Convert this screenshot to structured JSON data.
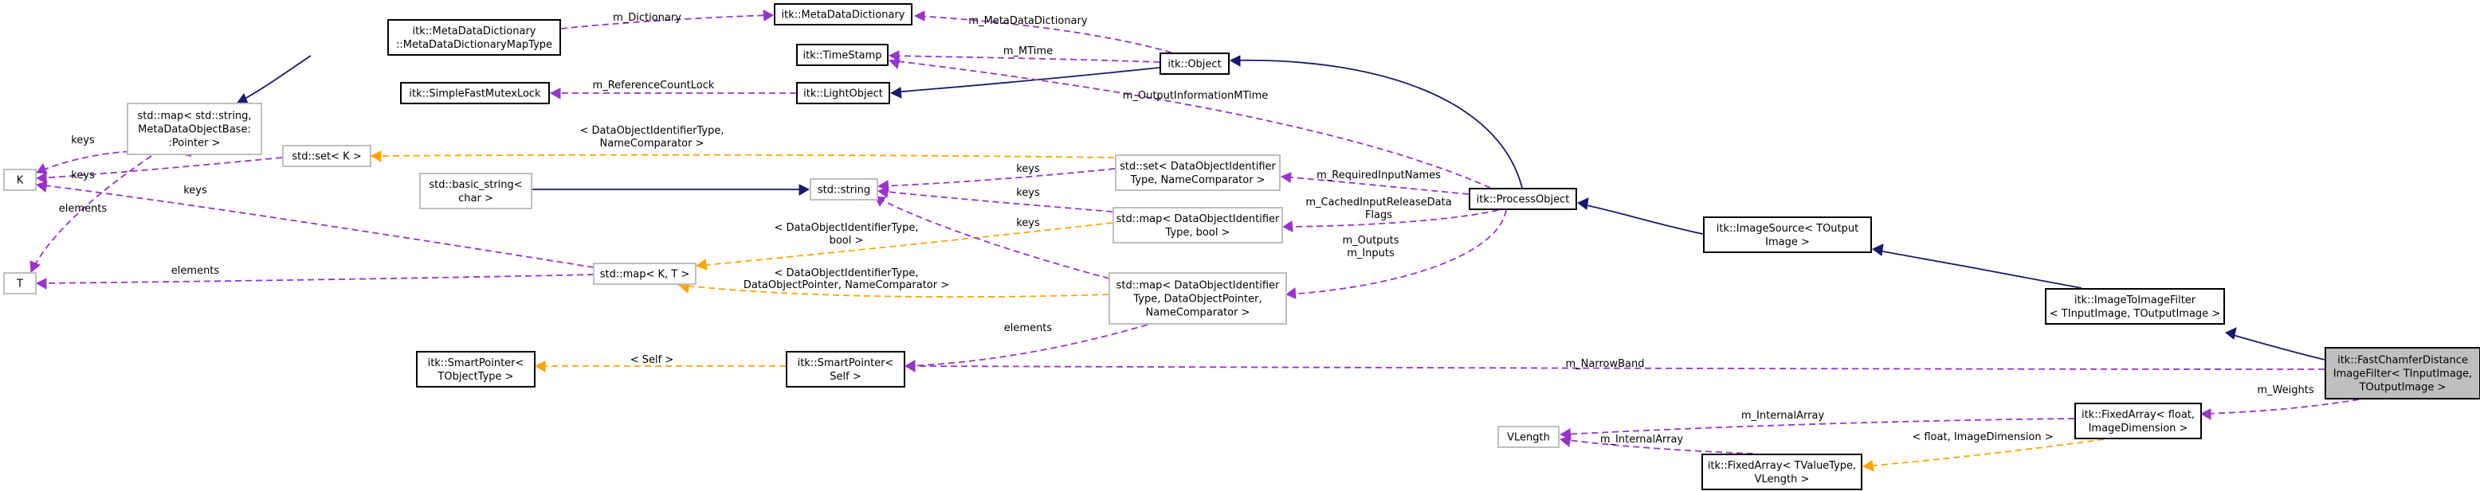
{
  "nodes": [
    {
      "id": "focus",
      "lines": [
        "itk::FastChamferDistance",
        "ImageFilter< TInputImage,",
        "TOutputImage >"
      ],
      "style": "focus"
    },
    {
      "id": "img2img",
      "lines": [
        "itk::ImageToImageFilter",
        "< TInputImage, TOutputImage >"
      ],
      "style": "dark"
    },
    {
      "id": "imgsrc",
      "lines": [
        "itk::ImageSource< TOutput",
        "Image >"
      ],
      "style": "dark"
    },
    {
      "id": "procobj",
      "lines": [
        "itk::ProcessObject"
      ],
      "style": "dark"
    },
    {
      "id": "object",
      "lines": [
        "itk::Object"
      ],
      "style": "dark"
    },
    {
      "id": "lightobj",
      "lines": [
        "itk::LightObject"
      ],
      "style": "dark"
    },
    {
      "id": "mutexlock",
      "lines": [
        "itk::SimpleFastMutexLock"
      ],
      "style": "dark"
    },
    {
      "id": "timestamp",
      "lines": [
        "itk::TimeStamp"
      ],
      "style": "dark"
    },
    {
      "id": "mdd",
      "lines": [
        "itk::MetaDataDictionary"
      ],
      "style": "dark"
    },
    {
      "id": "mddmap",
      "lines": [
        "itk::MetaDataDictionary",
        "::MetaDataDictionaryMapType"
      ],
      "style": "dark"
    },
    {
      "id": "stdmap_mdo",
      "lines": [
        "std::map< std::string,",
        "MetaDataObjectBase:",
        ":Pointer >"
      ],
      "style": "gray"
    },
    {
      "id": "K",
      "lines": [
        "K"
      ],
      "style": "gray"
    },
    {
      "id": "T",
      "lines": [
        "T"
      ],
      "style": "gray"
    },
    {
      "id": "setK",
      "lines": [
        "std::set< K >"
      ],
      "style": "gray"
    },
    {
      "id": "basicstring",
      "lines": [
        "std::basic_string<",
        "char >"
      ],
      "style": "gray"
    },
    {
      "id": "stdstring",
      "lines": [
        "std::string"
      ],
      "style": "gray"
    },
    {
      "id": "mapKT",
      "lines": [
        "std::map< K, T >"
      ],
      "style": "gray"
    },
    {
      "id": "setDOI",
      "lines": [
        "std::set< DataObjectIdentifier",
        "Type, NameComparator >"
      ],
      "style": "gray"
    },
    {
      "id": "mapDOIbool",
      "lines": [
        "std::map< DataObjectIdentifier",
        "Type, bool >"
      ],
      "style": "gray"
    },
    {
      "id": "mapDOIptr",
      "lines": [
        "std::map< DataObjectIdentifier",
        "Type, DataObjectPointer,",
        "NameComparator >"
      ],
      "style": "gray"
    },
    {
      "id": "smartptrT",
      "lines": [
        "itk::SmartPointer<",
        "TObjectType >"
      ],
      "style": "dark"
    },
    {
      "id": "smartptrSelf",
      "lines": [
        "itk::SmartPointer<",
        "Self >"
      ],
      "style": "dark"
    },
    {
      "id": "vlength",
      "lines": [
        "VLength"
      ],
      "style": "gray"
    },
    {
      "id": "fixedfloat",
      "lines": [
        "itk::FixedArray< float,",
        "ImageDimension >"
      ],
      "style": "dark"
    },
    {
      "id": "fixedTV",
      "lines": [
        "itk::FixedArray< TValueType,",
        "VLength >"
      ],
      "style": "dark"
    }
  ],
  "edges": [
    {
      "id": "e-img2img-focus",
      "kind": "inherit",
      "label": []
    },
    {
      "id": "e-imgsrc-img2img",
      "kind": "inherit",
      "label": []
    },
    {
      "id": "e-procobj-imgsrc",
      "kind": "inherit",
      "label": []
    },
    {
      "id": "e-object-procobj",
      "kind": "inherit",
      "label": []
    },
    {
      "id": "e-lightobj-object",
      "kind": "inherit",
      "label": []
    },
    {
      "id": "e-mddmap-stdmap",
      "kind": "inherit",
      "label": []
    },
    {
      "id": "e-basic-stdstring",
      "kind": "inherit",
      "label": []
    },
    {
      "id": "e-mdd-object",
      "kind": "usage",
      "label": [
        "m_MetaDataDictionary"
      ]
    },
    {
      "id": "e-mddmap-mdd",
      "kind": "usage",
      "label": [
        "m_Dictionary"
      ]
    },
    {
      "id": "e-timestamp-object",
      "kind": "usage",
      "label": [
        "m_MTime"
      ]
    },
    {
      "id": "e-mutex-lightobj",
      "kind": "usage",
      "label": [
        "m_ReferenceCountLock"
      ]
    },
    {
      "id": "e-timestamp-procobj",
      "kind": "usage",
      "label": [
        "m_OutputInformationMTime"
      ]
    },
    {
      "id": "e-setDOI-procobj",
      "kind": "usage",
      "label": [
        "m_RequiredInputNames"
      ]
    },
    {
      "id": "e-mapbool-procobj",
      "kind": "usage",
      "label": [
        "m_CachedInputReleaseData",
        "Flags"
      ]
    },
    {
      "id": "e-mapptr-procobj",
      "kind": "usage",
      "label": [
        "m_Outputs",
        "m_Inputs"
      ]
    },
    {
      "id": "e-K-stdmap",
      "kind": "usage",
      "label": [
        "keys"
      ]
    },
    {
      "id": "e-T-stdmap",
      "kind": "usage",
      "label": [
        "elements"
      ]
    },
    {
      "id": "e-K-setK",
      "kind": "usage",
      "label": [
        "keys"
      ]
    },
    {
      "id": "e-K-mapKT",
      "kind": "usage",
      "label": [
        "keys"
      ]
    },
    {
      "id": "e-T-mapKT",
      "kind": "usage",
      "label": [
        "elements"
      ]
    },
    {
      "id": "e-setK-setDOI",
      "kind": "template",
      "label": [
        "< DataObjectIdentifierType,",
        "NameComparator >"
      ]
    },
    {
      "id": "e-mapKT-mapbool",
      "kind": "template",
      "label": [
        "< DataObjectIdentifierType,",
        "bool >"
      ]
    },
    {
      "id": "e-mapKT-mapptr",
      "kind": "template",
      "label": [
        "< DataObjectIdentifierType,",
        "DataObjectPointer, NameComparator >"
      ]
    },
    {
      "id": "e-str-setDOI",
      "kind": "usage",
      "label": [
        "keys"
      ]
    },
    {
      "id": "e-str-mapbool",
      "kind": "usage",
      "label": [
        "keys"
      ]
    },
    {
      "id": "e-str-mapptr",
      "kind": "usage",
      "label": [
        "keys"
      ]
    },
    {
      "id": "e-smartSelf-mapptr",
      "kind": "usage",
      "label": [
        "elements"
      ]
    },
    {
      "id": "e-smartT-smartSelf",
      "kind": "template",
      "label": [
        "< Self >"
      ]
    },
    {
      "id": "e-smartSelf-focus",
      "kind": "usage",
      "label": [
        "m_NarrowBand"
      ]
    },
    {
      "id": "e-fixedfloat-focus",
      "kind": "usage",
      "label": [
        "m_Weights"
      ]
    },
    {
      "id": "e-vlength-fixedfloat",
      "kind": "usage",
      "label": [
        "m_InternalArray"
      ]
    },
    {
      "id": "e-vlength-fixedTV",
      "kind": "usage",
      "label": [
        "m_InternalArray"
      ]
    },
    {
      "id": "e-fixedTV-fixedfloat",
      "kind": "template",
      "label": [
        "< float, ImageDimension >"
      ]
    }
  ],
  "colors": {
    "inherit": "#191970",
    "usage": "#9a32cd",
    "template": "#ffa500",
    "focus_fill": "#bfbfbf",
    "gray_border": "#bfbfbf"
  }
}
